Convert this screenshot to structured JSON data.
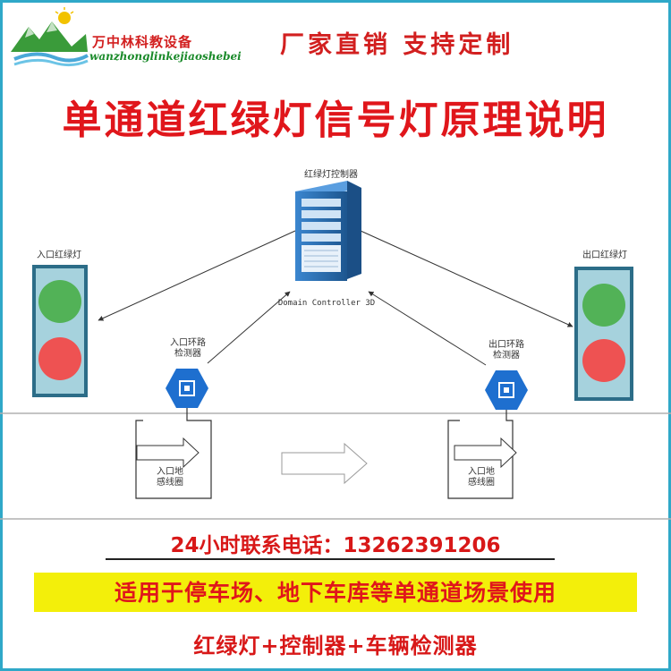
{
  "header": {
    "brand_cn": "万中林科教设备",
    "brand_en": "wanzhonglinkejiaoshebei",
    "slogan": "厂家直销 支持定制"
  },
  "title": "单通道红绿灯信号灯原理说明",
  "diagram": {
    "controller_label": "红绿灯控制器",
    "controller_caption": "Domain Controller 3D",
    "entry_light_label": "入口红绿灯",
    "exit_light_label": "出口红绿灯",
    "entry_detector_label": [
      "入口环路",
      "检测器"
    ],
    "exit_detector_label": [
      "出口环路",
      "检测器"
    ],
    "entry_coil_label": [
      "入口地",
      "感线圈"
    ],
    "exit_coil_label": [
      "入口地",
      "感线圈"
    ],
    "colors": {
      "light_body": "#9fd0dc",
      "light_green": "#4caf50",
      "light_red": "#ef4d4d",
      "detector": "#1e6fcf",
      "server": "#2a6fb5"
    }
  },
  "footer": {
    "phone_line": "24小时联系电话：13262391206",
    "usage": "适用于停车场、地下车库等单通道场景使用",
    "combo": "红绿灯+控制器+车辆检测器"
  }
}
